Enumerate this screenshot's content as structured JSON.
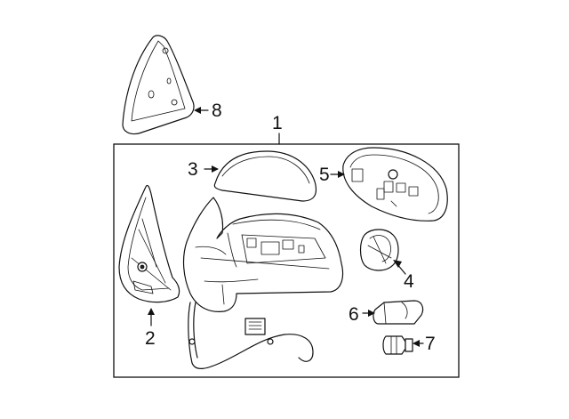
{
  "labels": {
    "assembly": "1",
    "base": "2",
    "cover": "3",
    "lamp": "4",
    "glass": "5",
    "housing": "6",
    "bulb": "7",
    "cap": "8"
  }
}
